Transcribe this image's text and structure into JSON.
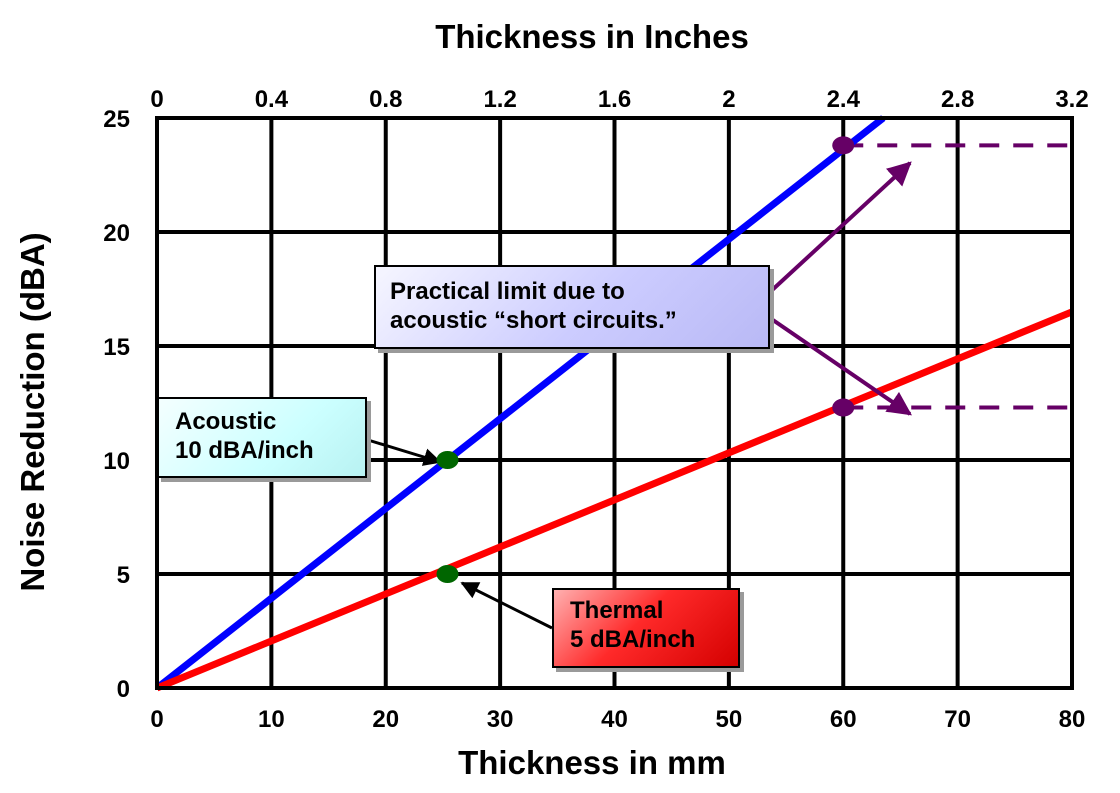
{
  "chart_data": {
    "type": "line",
    "title": "",
    "xlabel": "Thickness in mm",
    "x2label": "Thickness in Inches",
    "ylabel": "Noise Reduction (dBA)",
    "xlim": [
      0,
      80
    ],
    "x2lim": [
      0,
      3.2
    ],
    "ylim": [
      0,
      25
    ],
    "grid": true,
    "x_ticks": [
      "0",
      "10",
      "20",
      "30",
      "40",
      "50",
      "60",
      "70",
      "80"
    ],
    "x2_ticks": [
      "0",
      "0.4",
      "0.8",
      "1.2",
      "1.6",
      "2",
      "2.4",
      "2.8",
      "3.2"
    ],
    "y_ticks": [
      "0",
      "5",
      "10",
      "15",
      "20",
      "25"
    ],
    "series": [
      {
        "name": "Acoustic",
        "color": "#0000ff",
        "x": [
          0,
          63.5
        ],
        "y": [
          0,
          25
        ]
      },
      {
        "name": "Thermal",
        "color": "#ff0000",
        "x": [
          0,
          80
        ],
        "y": [
          0,
          16.5
        ]
      }
    ],
    "markers": [
      {
        "x": 25.4,
        "y": 10,
        "color": "#006600"
      },
      {
        "x": 25.4,
        "y": 5,
        "color": "#006600"
      },
      {
        "x": 60,
        "y": 23.8,
        "color": "#660066"
      },
      {
        "x": 60,
        "y": 12.3,
        "color": "#660066"
      }
    ],
    "limit_lines": [
      {
        "y": 23.8,
        "x_from": 60,
        "x_to": 80,
        "color": "#660066"
      },
      {
        "y": 12.3,
        "x_from": 60,
        "x_to": 80,
        "color": "#660066"
      }
    ],
    "annotations": [
      {
        "id": "limit",
        "lines": [
          "Practical limit due to",
          "acoustic “short circuits.”"
        ]
      },
      {
        "id": "acoustic",
        "lines": [
          "Acoustic",
          "10 dBA/inch"
        ]
      },
      {
        "id": "thermal",
        "lines": [
          "Thermal",
          "5 dBA/inch"
        ]
      }
    ]
  }
}
